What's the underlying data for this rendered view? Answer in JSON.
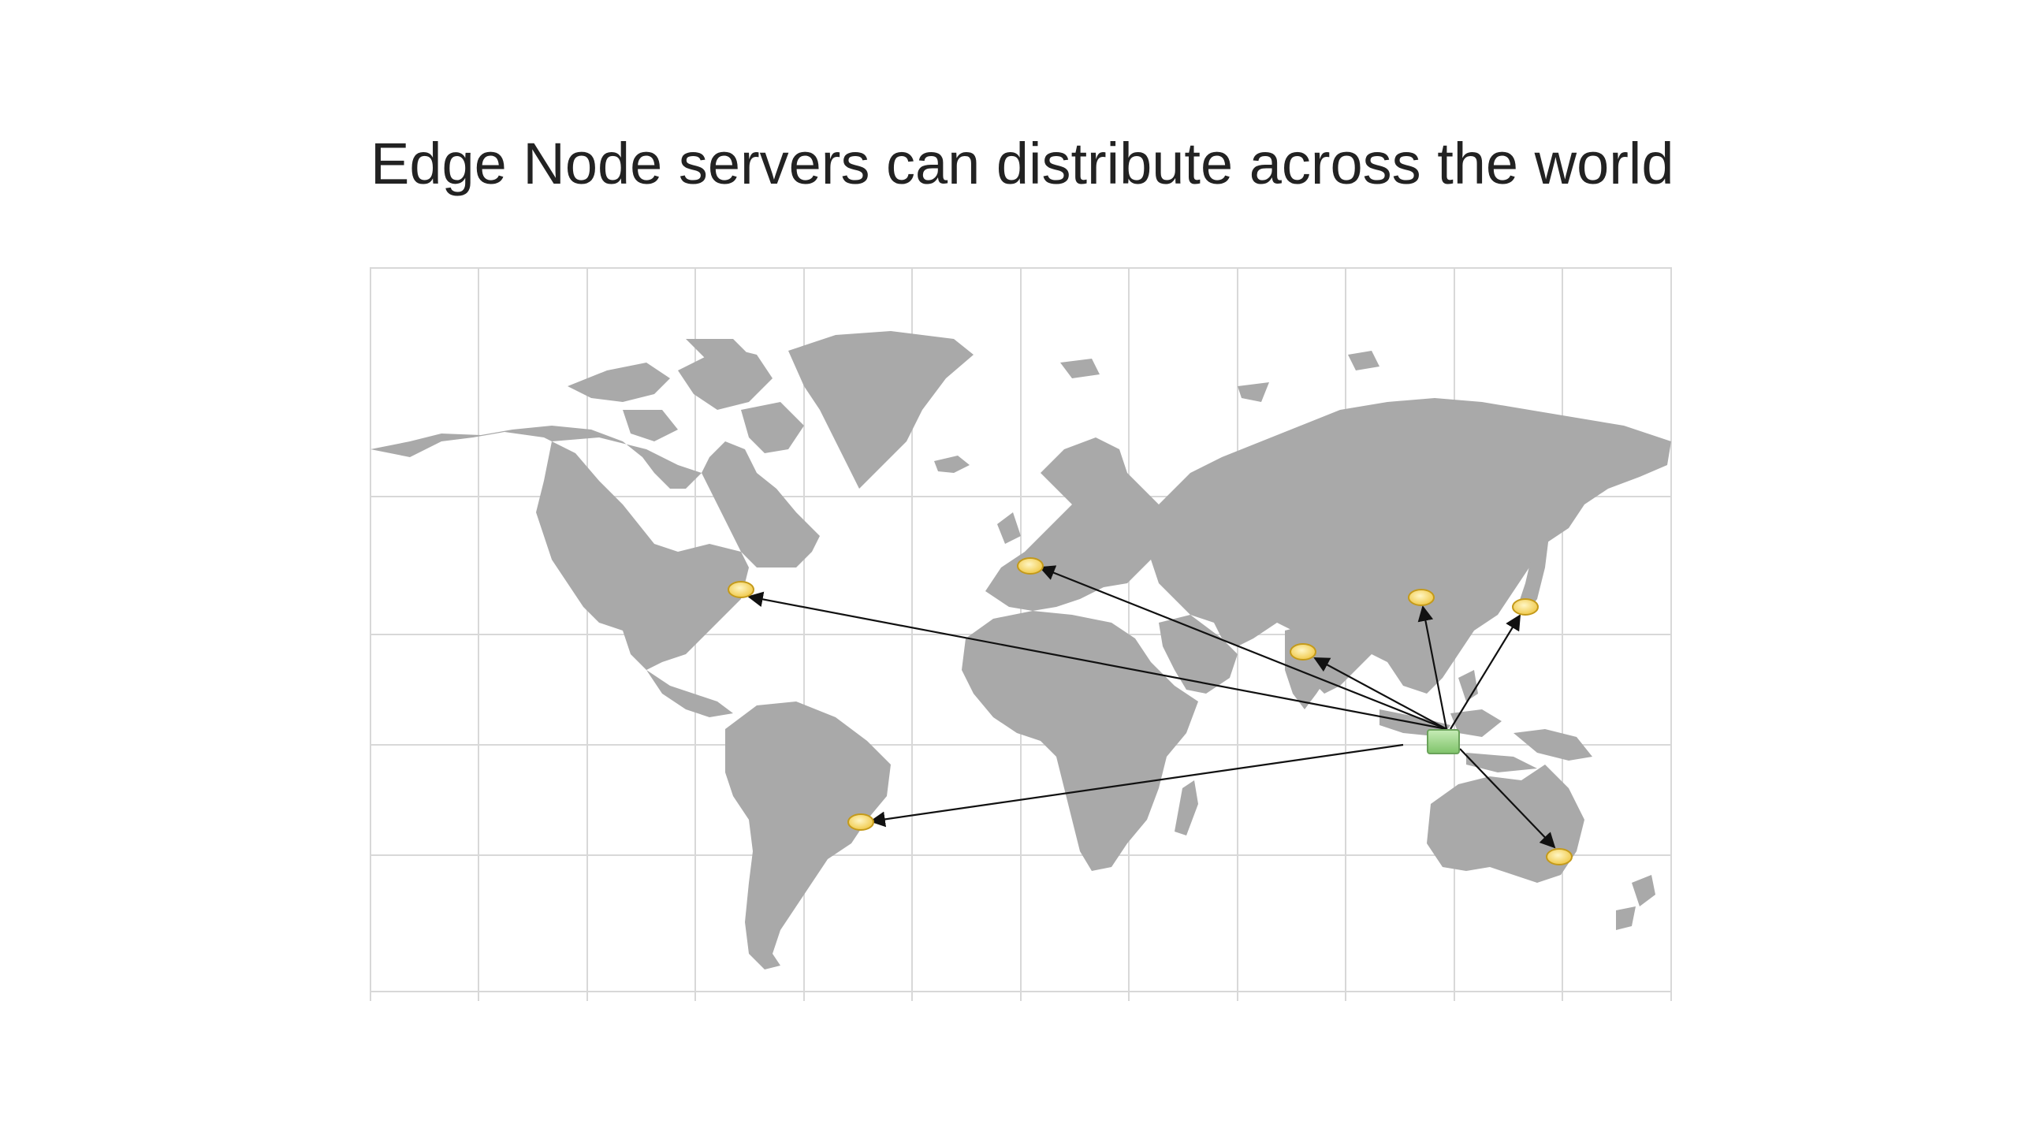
{
  "slide": {
    "title": "Edge Node servers can distribute across the world"
  },
  "map": {
    "land_color": "#a9a9a9",
    "grid_color": "#d8d8d8",
    "edge_node_color": "#f2d45a",
    "origin_node_color": "#8fd07a",
    "arrow_color": "#111111"
  },
  "nodes": {
    "origin": {
      "name": "origin-server-indonesia",
      "icon": "green-server-rect"
    },
    "edges": [
      {
        "name": "edge-node-usa-east"
      },
      {
        "name": "edge-node-europe"
      },
      {
        "name": "edge-node-india"
      },
      {
        "name": "edge-node-china"
      },
      {
        "name": "edge-node-japan"
      },
      {
        "name": "edge-node-brazil"
      },
      {
        "name": "edge-node-australia"
      }
    ]
  }
}
